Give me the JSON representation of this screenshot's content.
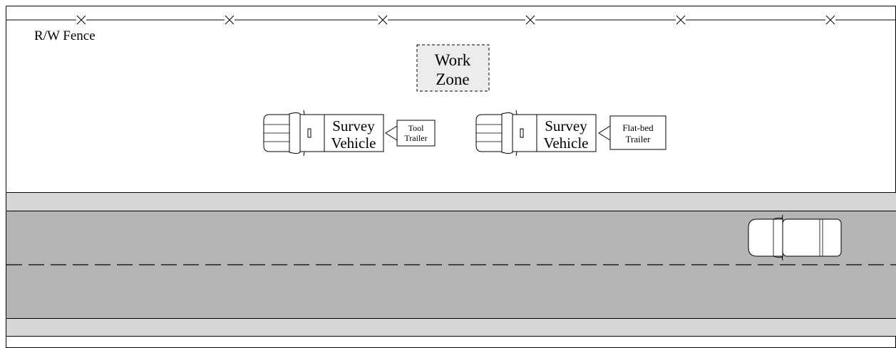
{
  "fence": {
    "label": "R/W Fence"
  },
  "work_zone": {
    "line1": "Work",
    "line2": "Zone"
  },
  "vehicles": [
    {
      "line1": "Survey",
      "line2": "Vehicle",
      "trailer_line1": "Tool",
      "trailer_line2": "Trailer"
    },
    {
      "line1": "Survey",
      "line2": "Vehicle",
      "trailer_line1": "Flat-bed",
      "trailer_line2": "Trailer"
    }
  ],
  "colors": {
    "shoulder": "#d6d6d6",
    "road": "#b4b4b4",
    "work_zone_fill": "#ececec",
    "line": "#000000"
  }
}
